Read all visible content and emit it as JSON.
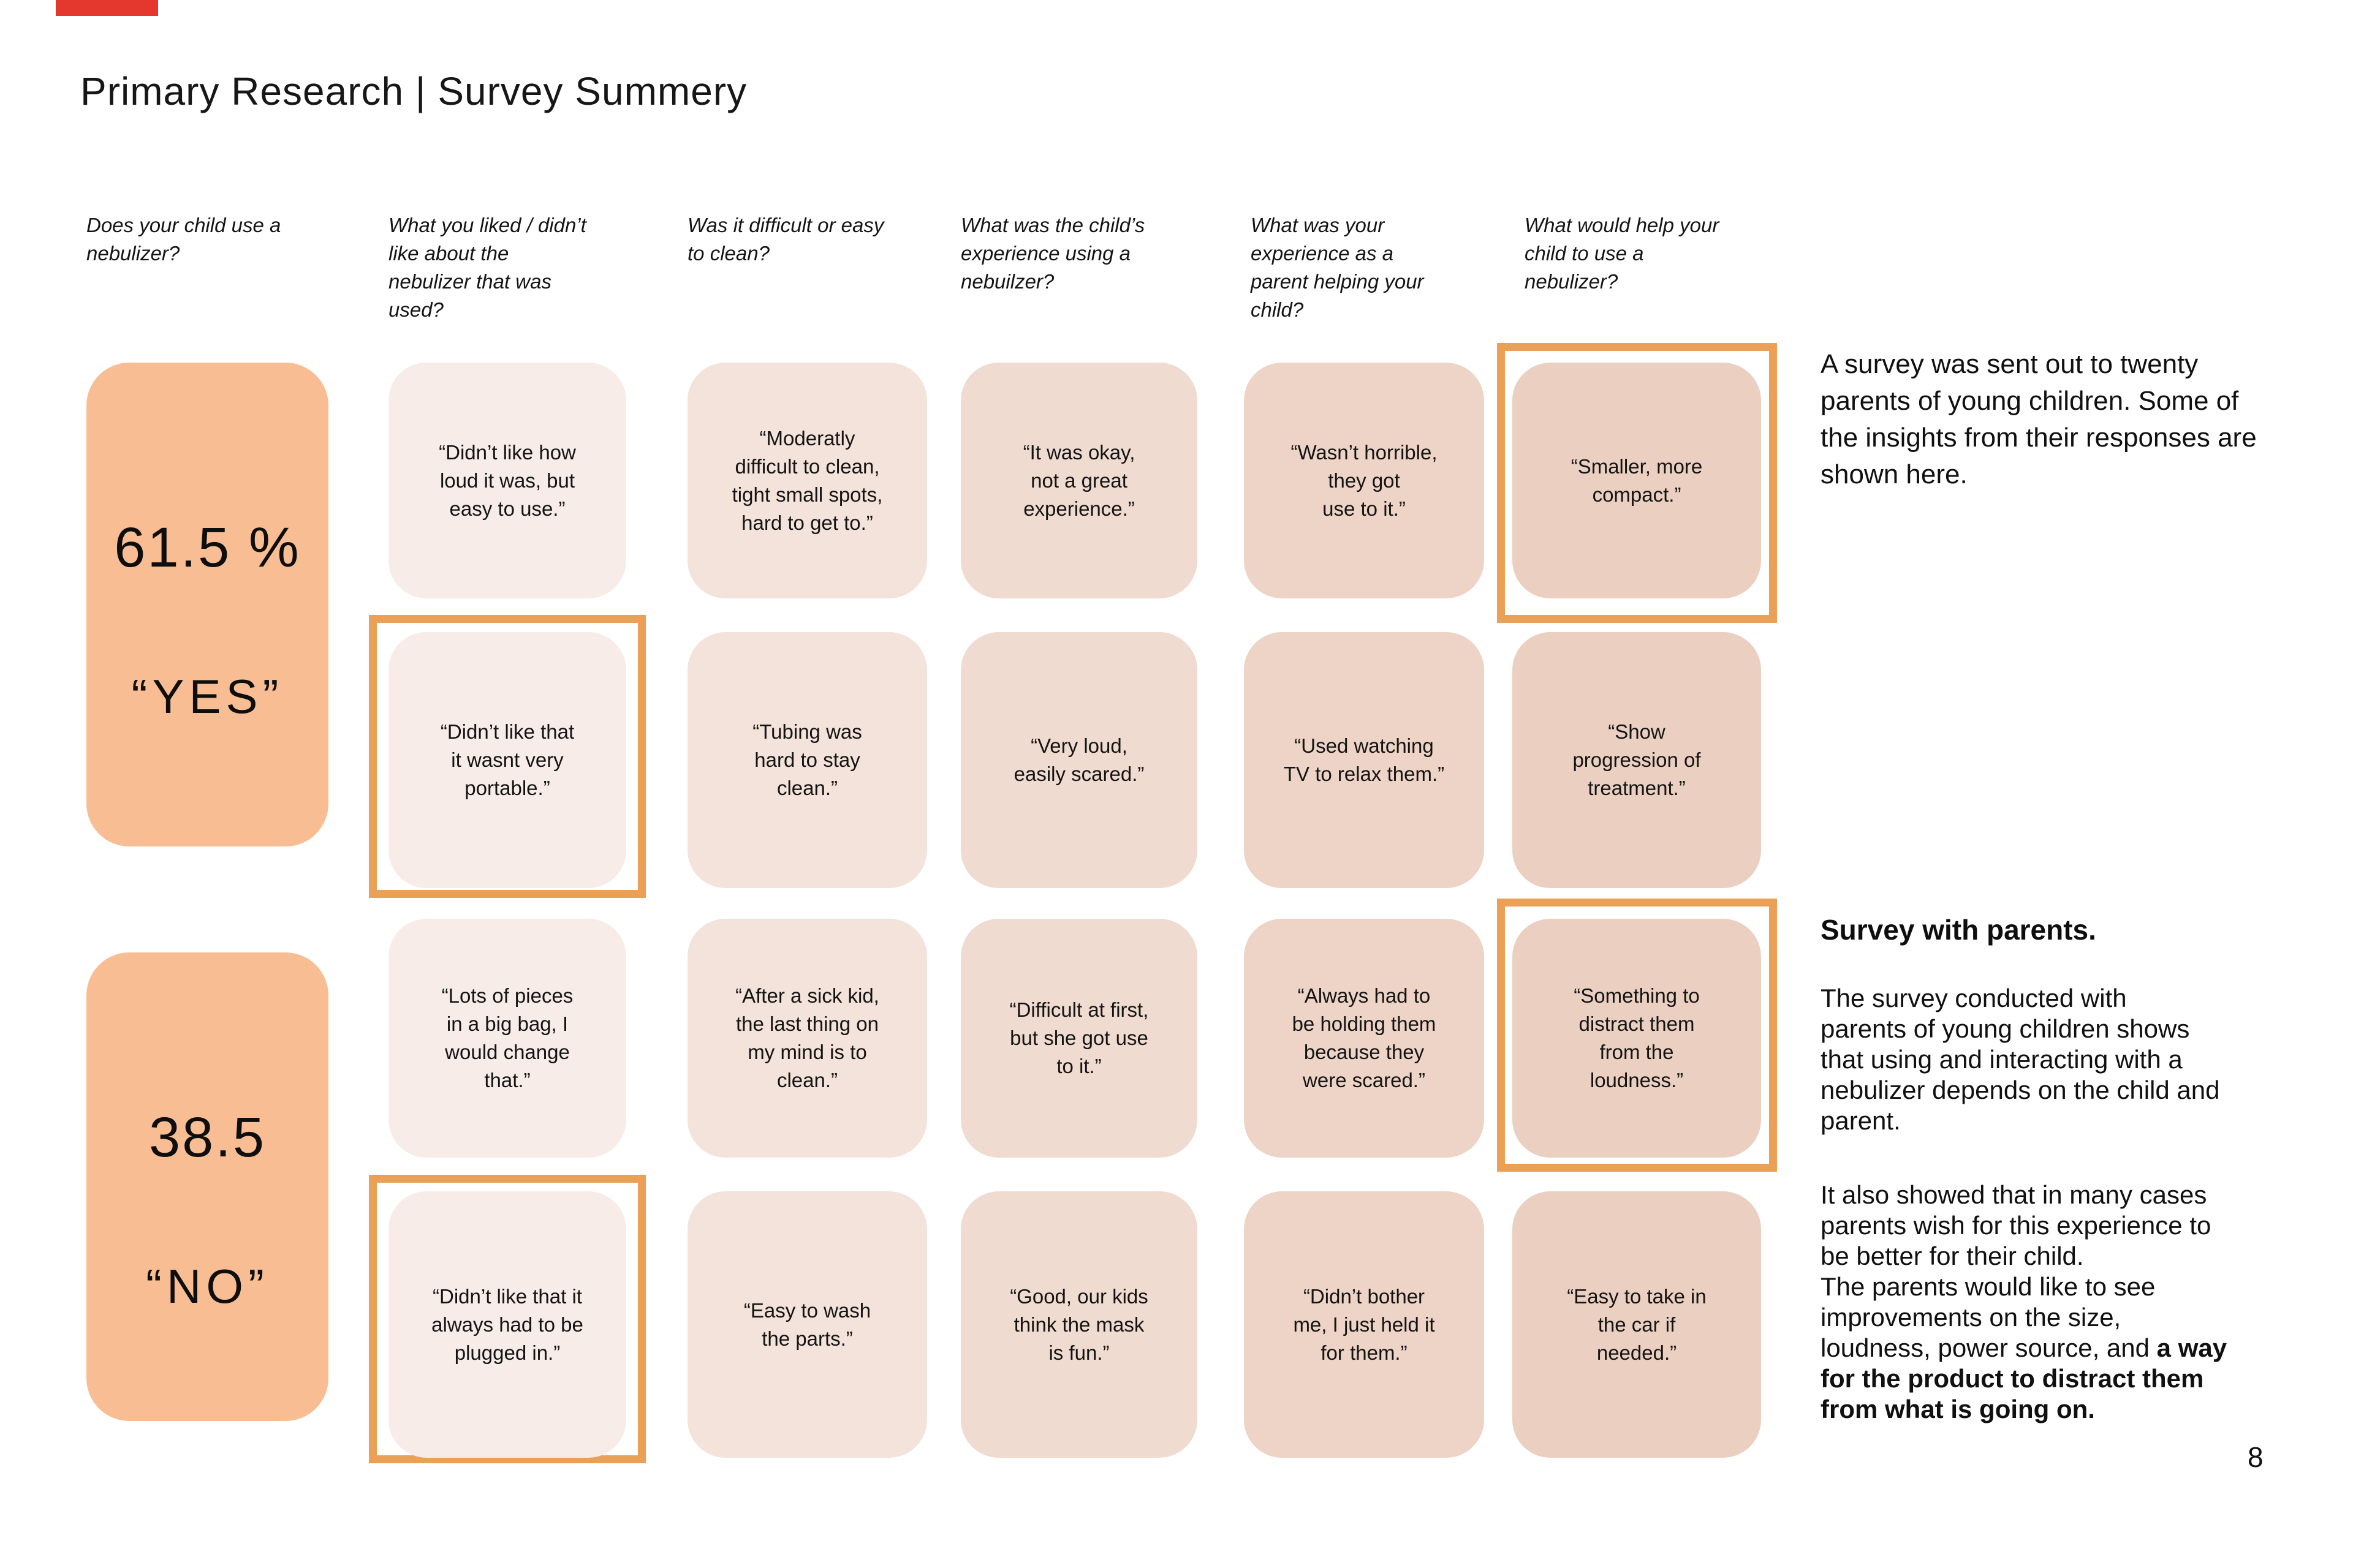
{
  "slide": {
    "title": "Primary Research | Survey Summery",
    "page_number": "8",
    "colors": {
      "accent_bar": "#e4372e",
      "highlight_border": "#eaa156",
      "answer_cell": "#f9bd93",
      "card_col2": "#f7ece8",
      "card_col3": "#f3e3da",
      "card_col4": "#f0dbd1",
      "card_col5": "#edd4c6",
      "card_col6": "#ebd0c2"
    }
  },
  "questions": [
    "Does your child use a\nnebulizer?",
    "What you liked / didn’t\nlike about the\nnebulizer that was\nused?",
    "Was it difficult or easy\nto clean?",
    "What was the child’s\nexperience using a\nnebuilzer?",
    "What was your\nexperience as a\nparent helping your\nchild?",
    "What would help your\nchild to use a\nnebulizer?"
  ],
  "answers": {
    "yes": {
      "value": "61.5 %",
      "label": "“YES”"
    },
    "no": {
      "value": "38.5",
      "label": "“NO”"
    }
  },
  "quotes": {
    "row1": {
      "col2": "“Didn’t like how\nloud it was, but\neasy to use.”",
      "col3": "“Moderatly\ndifficult to clean,\ntight small spots,\nhard to get to.”",
      "col4": "“It was okay,\nnot a great\nexperience.”",
      "col5": "“Wasn’t horrible,\nthey got\nuse to it.”",
      "col6": "“Smaller, more\ncompact.”"
    },
    "row2": {
      "col2": "“Didn’t like that\nit wasnt very\nportable.”",
      "col3": "“Tubing was\nhard to stay\nclean.”",
      "col4": "“Very loud,\neasily scared.”",
      "col5": "“Used watching\nTV to relax them.”",
      "col6": "“Show\nprogression of\ntreatment.”"
    },
    "row3": {
      "col2": "“Lots of pieces\nin a big bag, I\nwould change\nthat.”",
      "col3": "“After a sick kid,\nthe last thing on\nmy mind is to\nclean.”",
      "col4": "“Difficult at first,\nbut she got use\nto it.”",
      "col5": "“Always had to\nbe holding them\nbecause they\nwere scared.”",
      "col6": "“Something to\ndistract them\nfrom the\nloudness.”"
    },
    "row4": {
      "col2": "“Didn’t like that it\nalways had to be\nplugged in.”",
      "col3": "“Easy to wash\nthe parts.”",
      "col4": "“Good, our kids\nthink the mask\nis fun.”",
      "col5": "“Didn’t bother\nme, I just held it\nfor them.”",
      "col6": "“Easy to take in\nthe car if\nneeded.”"
    }
  },
  "highlighted_quotes": [
    "row1.col6",
    "row2.col2",
    "row3.col6",
    "row4.col2"
  ],
  "sidebar": {
    "intro": "A survey was sent out to twenty\n parents of young children. Some of\nthe insights from their responses are\nshown here.",
    "heading": "Survey with parents.",
    "para1": "The survey conducted with\nparents of young children shows\nthat using and interacting with a\nnebulizer depends on the child and\nparent.",
    "para2_normal": "It also showed that in many cases\nparents wish for this experience to\nbe better for their child.\nThe parents would like to see\nimprovements on the size,\nloudness, power source, and ",
    "para2_bold": "a way\nfor the product to distract them\nfrom what is going on."
  }
}
